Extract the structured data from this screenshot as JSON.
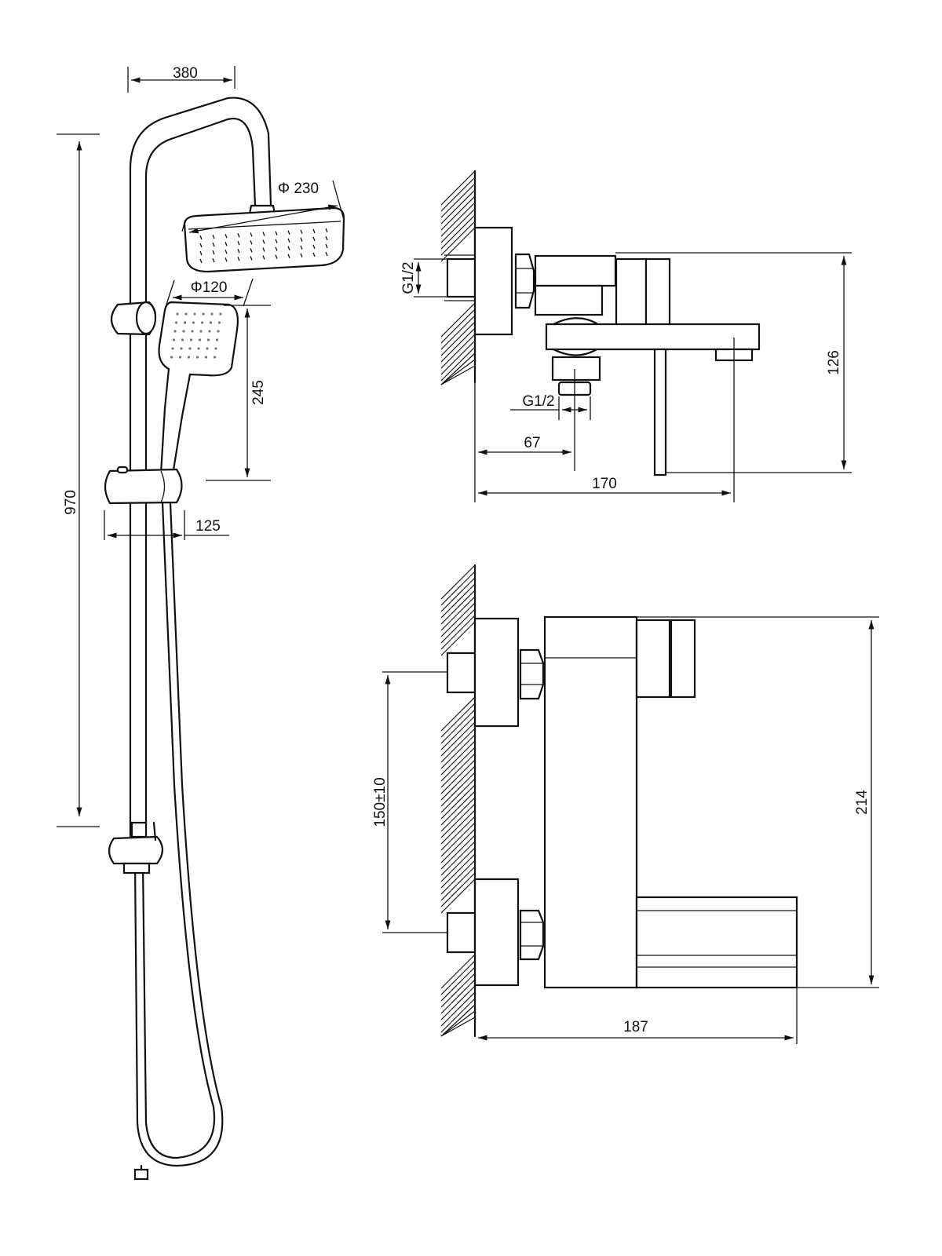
{
  "drawing": {
    "shower_set": {
      "top_width": "380",
      "overall_height": "970",
      "head_diameter": "Φ 230",
      "hand_shower_diameter": "Φ120",
      "hand_shower_height": "245",
      "slider_offset": "125"
    },
    "side_view": {
      "wall_inlet_thread": "G1/2",
      "bottom_outlet_thread": "G1/2",
      "outlet_distance": "67",
      "spout_projection": "170",
      "height": "126"
    },
    "front_view": {
      "inlet_spacing": "150±10",
      "height": "214",
      "width": "187"
    }
  }
}
